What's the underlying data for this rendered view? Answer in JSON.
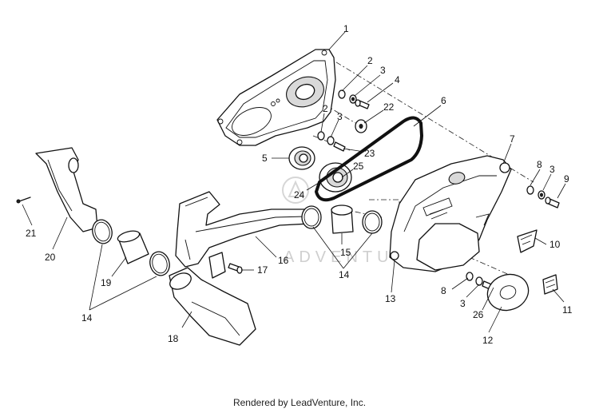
{
  "footer": {
    "credit": "Rendered by LeadVenture, Inc."
  },
  "watermark": {
    "text": "ADVENTURE"
  },
  "callouts": {
    "c1": "1",
    "c2a": "2",
    "c2b": "2",
    "c3a": "3",
    "c3b": "3",
    "c3c": "3",
    "c3d": "3",
    "c4": "4",
    "c5": "5",
    "c6": "6",
    "c7": "7",
    "c8a": "8",
    "c8b": "8",
    "c9": "9",
    "c10": "10",
    "c11": "11",
    "c12": "12",
    "c13": "13",
    "c14a": "14",
    "c14b": "14",
    "c15": "15",
    "c16": "16",
    "c17": "17",
    "c18": "18",
    "c19": "19",
    "c20": "20",
    "c21": "21",
    "c22": "22",
    "c23": "23",
    "c24": "24",
    "c25": "25",
    "c26": "26"
  },
  "colors": {
    "line": "#111111",
    "background": "#ffffff",
    "watermark": "#cfcfcf"
  }
}
